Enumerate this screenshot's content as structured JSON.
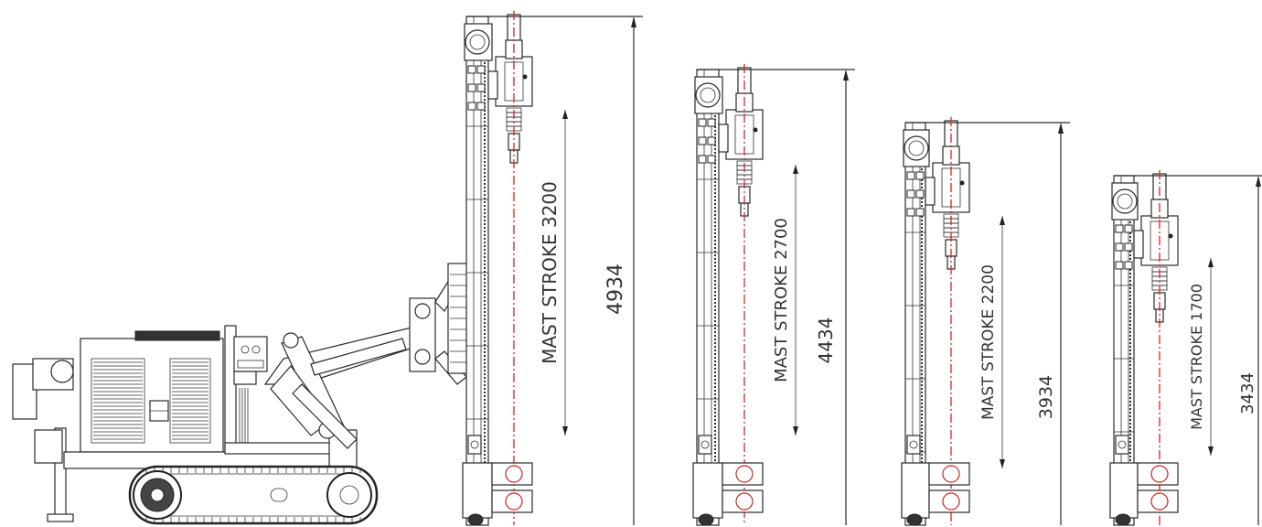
{
  "masts": [
    {
      "stroke_label": "MAST STROKE 3200",
      "height_label": "4934"
    },
    {
      "stroke_label": "MAST STROKE 2700",
      "height_label": "4434"
    },
    {
      "stroke_label": "MAST STROKE 2200",
      "height_label": "3934"
    },
    {
      "stroke_label": "MAST STROKE 1700",
      "height_label": "3434"
    }
  ],
  "colors": {
    "line": "#2a2a2a",
    "axis": "#dd2222",
    "background": "#ffffff"
  }
}
